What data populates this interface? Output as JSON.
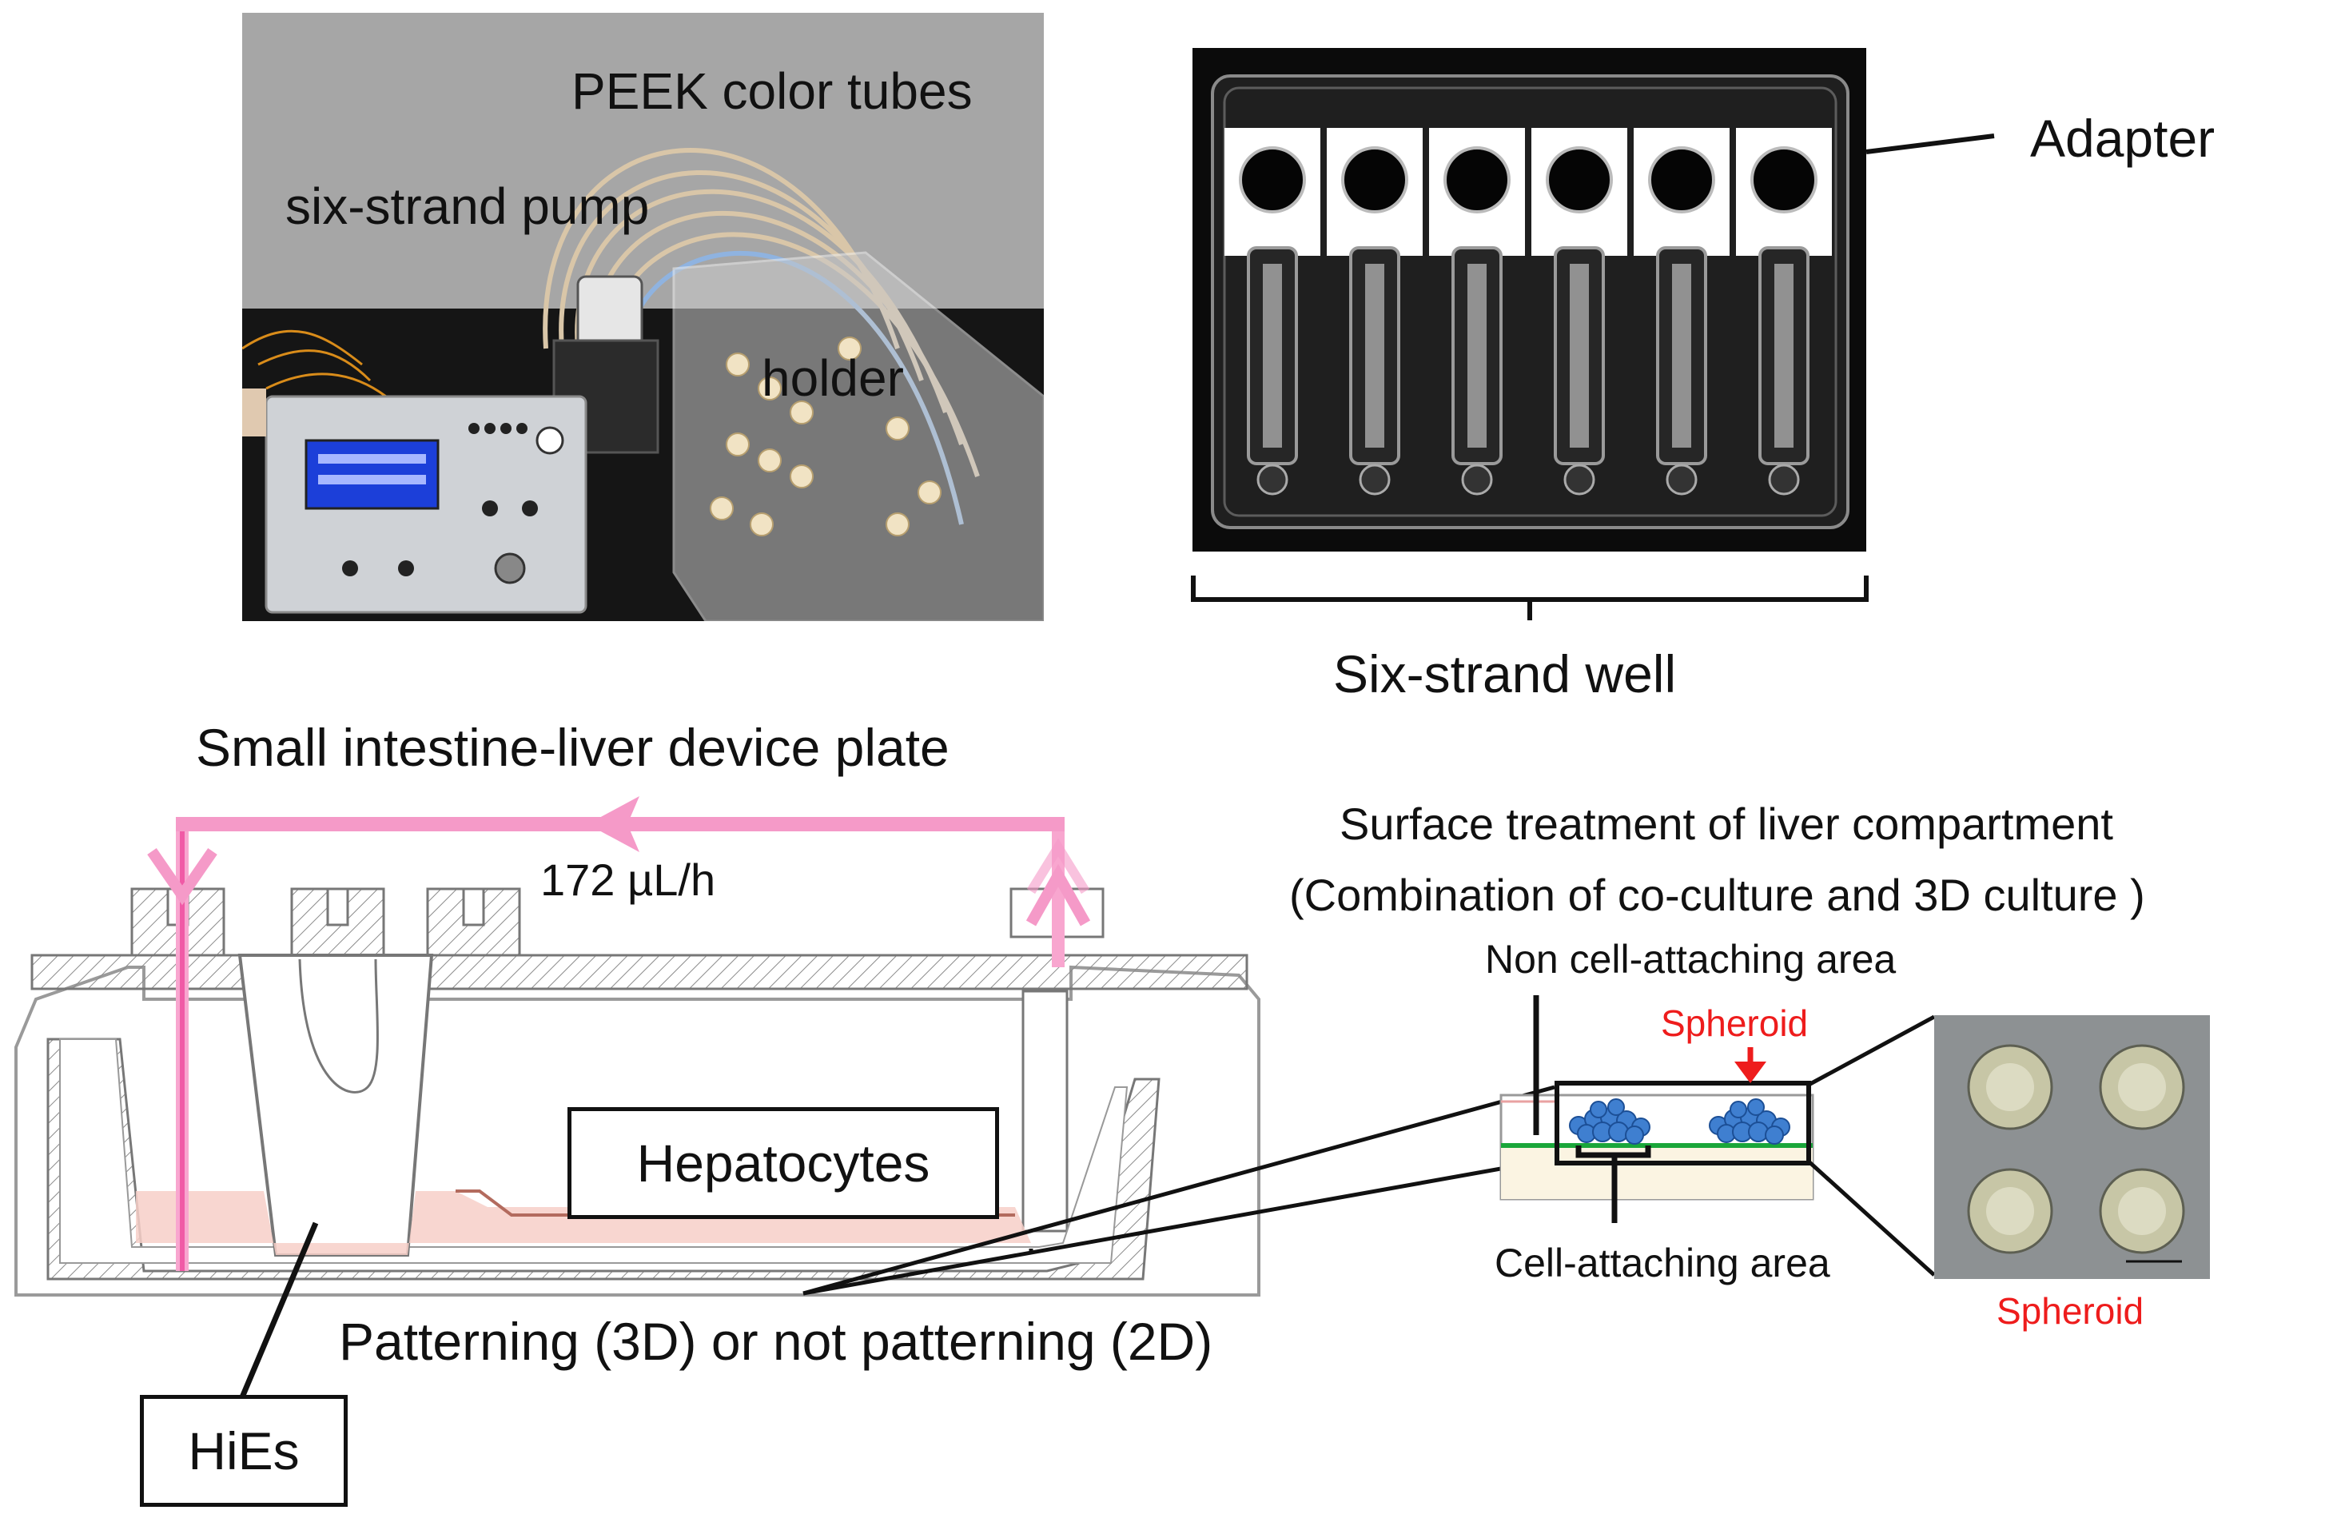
{
  "photo_pump": {
    "labels": {
      "peek_tubes": "PEEK color tubes",
      "pump": "six-strand pump",
      "holder": "holder"
    }
  },
  "photo_well": {
    "labels": {
      "adapter": "Adapter",
      "well": "Six-strand well"
    }
  },
  "device": {
    "title": "Small intestine-liver device plate",
    "flow_rate": "172 µL/h",
    "hepatocytes": "Hepatocytes",
    "hies": "HiEs",
    "patterning": "Patterning (3D) or not patterning (2D)"
  },
  "surface": {
    "title_line1": "Surface treatment of liver compartment",
    "title_line2": "(Combination of co-culture and 3D culture )",
    "non_attaching": "Non cell-attaching area",
    "spheroid_top": "Spheroid",
    "attaching": "Cell-attaching area",
    "spheroid_bottom": "Spheroid"
  },
  "colors": {
    "flow_pink": "#f59ac8",
    "medium_pink": "#f7cfc8",
    "spheroid_blue": "#3f7fd0",
    "green_line": "#1aa63a",
    "red_text": "#ee1c1c"
  }
}
